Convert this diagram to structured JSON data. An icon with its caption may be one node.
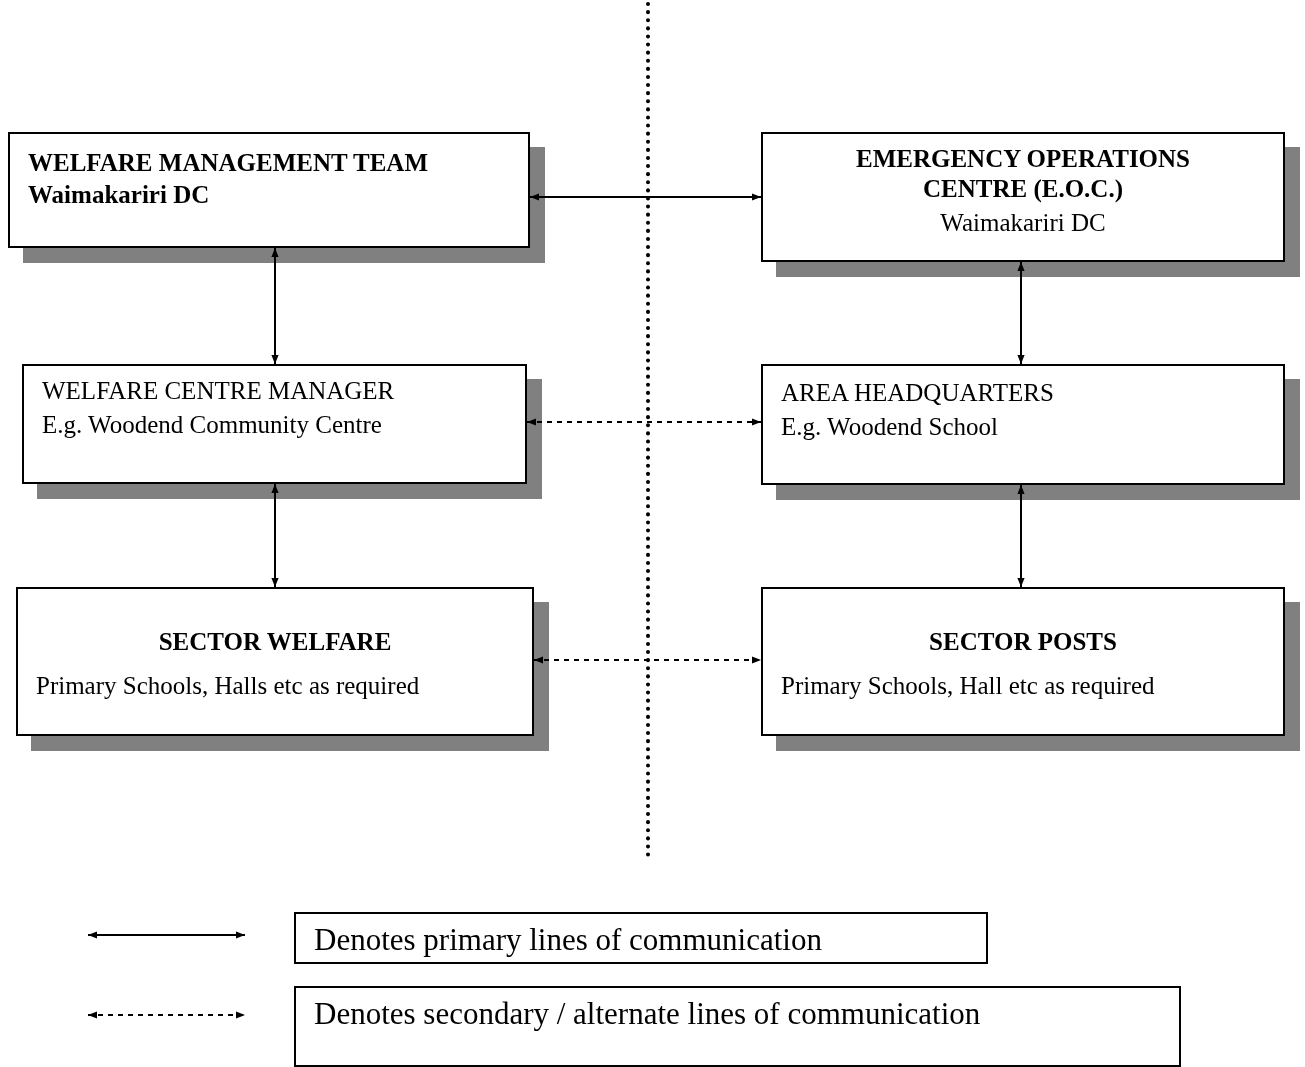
{
  "diagram": {
    "nodes": [
      {
        "text": [
          "WELFARE MANAGEMENT TEAM",
          "Waimakariri DC"
        ]
      },
      {
        "text": [
          "EMERGENCY OPERATIONS CENTRE (E.O.C.)",
          "Waimakariri DC"
        ]
      },
      {
        "text": [
          "WELFARE CENTRE MANAGER",
          "E.g. Woodend Community Centre"
        ]
      },
      {
        "text": [
          "AREA HEADQUARTERS",
          "E.g. Woodend School"
        ]
      },
      {
        "text": [
          "SECTOR WELFARE",
          "Primary Schools, Halls etc as required"
        ]
      },
      {
        "text": [
          "SECTOR POSTS",
          "Primary Schools, Hall etc as required"
        ]
      }
    ],
    "edges": [
      {
        "from": 0,
        "to": 1,
        "arrow": "both"
      },
      {
        "from": 0,
        "to": 2,
        "arrow": "both"
      },
      {
        "from": 1,
        "to": 3,
        "arrow": "both"
      },
      {
        "from": 2,
        "to": 3,
        "arrow": "both",
        "style": "dashed"
      },
      {
        "from": 2,
        "to": 4,
        "arrow": "both"
      },
      {
        "from": 3,
        "to": 5,
        "arrow": "both"
      },
      {
        "from": 4,
        "to": 5,
        "arrow": "both",
        "style": "dashed"
      }
    ],
    "legend": [
      {
        "text": "Denotes primary lines of communication"
      },
      {
        "text": "Denotes secondary / alternate lines of communication"
      }
    ]
  }
}
